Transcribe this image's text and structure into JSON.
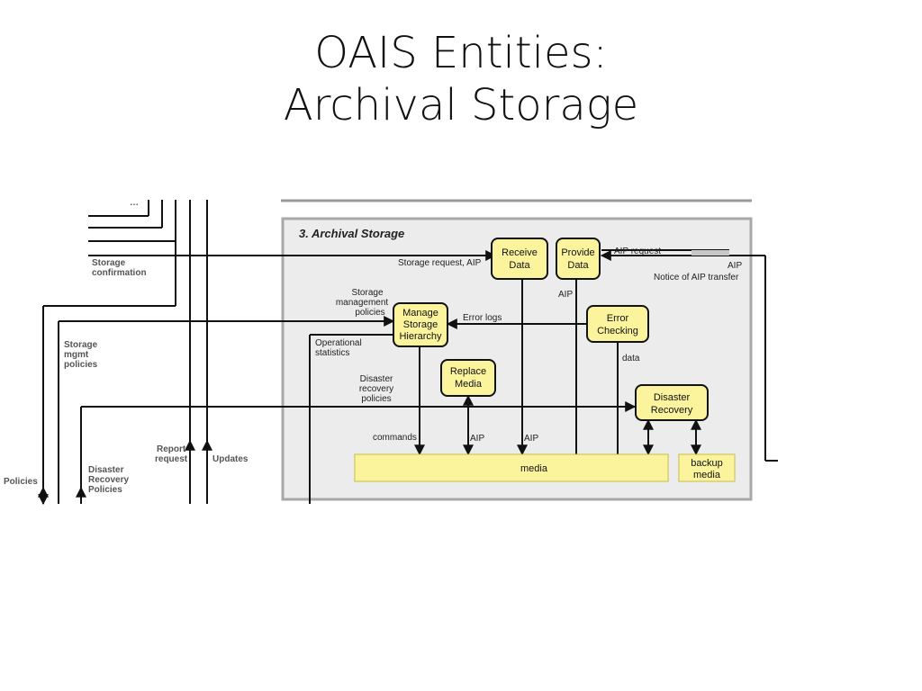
{
  "slide": {
    "title_line1": "OAIS Entities:",
    "title_line2": "Archival Storage"
  },
  "panel": {
    "heading": "3. Archival Storage"
  },
  "functions": {
    "receive_data": [
      "Receive",
      "Data"
    ],
    "provide_data": [
      "Provide",
      "Data"
    ],
    "manage_storage": [
      "Manage",
      "Storage",
      "Hierarchy"
    ],
    "error_checking": [
      "Error",
      "Checking"
    ],
    "replace_media": [
      "Replace",
      "Media"
    ],
    "disaster_recovery": [
      "Disaster",
      "Recovery"
    ]
  },
  "storage": {
    "media": "media",
    "backup_media": [
      "backup",
      "media"
    ]
  },
  "flow_labels": {
    "storage_request": "Storage request, AIP",
    "aip_request": "AIP request",
    "aip_right": "AIP",
    "notice_aip_transfer": "Notice of AIP transfer",
    "aip_provide": "AIP",
    "storage_mgmt_policies": [
      "Storage",
      "management",
      "policies"
    ],
    "error_logs": "Error logs",
    "operational_statistics": [
      "Operational",
      "statistics"
    ],
    "disaster_recovery_policies": [
      "Disaster",
      "recovery",
      "policies"
    ],
    "data": "data",
    "commands": "commands",
    "aip_replace": "AIP",
    "aip_receive": "AIP"
  },
  "outside_labels": {
    "top_fragment": "…",
    "storage_confirmation": [
      "Storage",
      "confirmation"
    ],
    "storage_mgmt_policies": [
      "Storage",
      "mgmt",
      "policies"
    ],
    "report_request": [
      "Report",
      "request"
    ],
    "updates": "Updates",
    "policies": "Policies",
    "disaster_recovery_policies": [
      "Disaster",
      "Recovery",
      "Policies"
    ]
  },
  "colors": {
    "panel_bg": "#ececec",
    "panel_border": "#a8a8a8",
    "box_fill": "#fbf49d",
    "media_fill": "#fbf49d",
    "line": "#111111"
  }
}
